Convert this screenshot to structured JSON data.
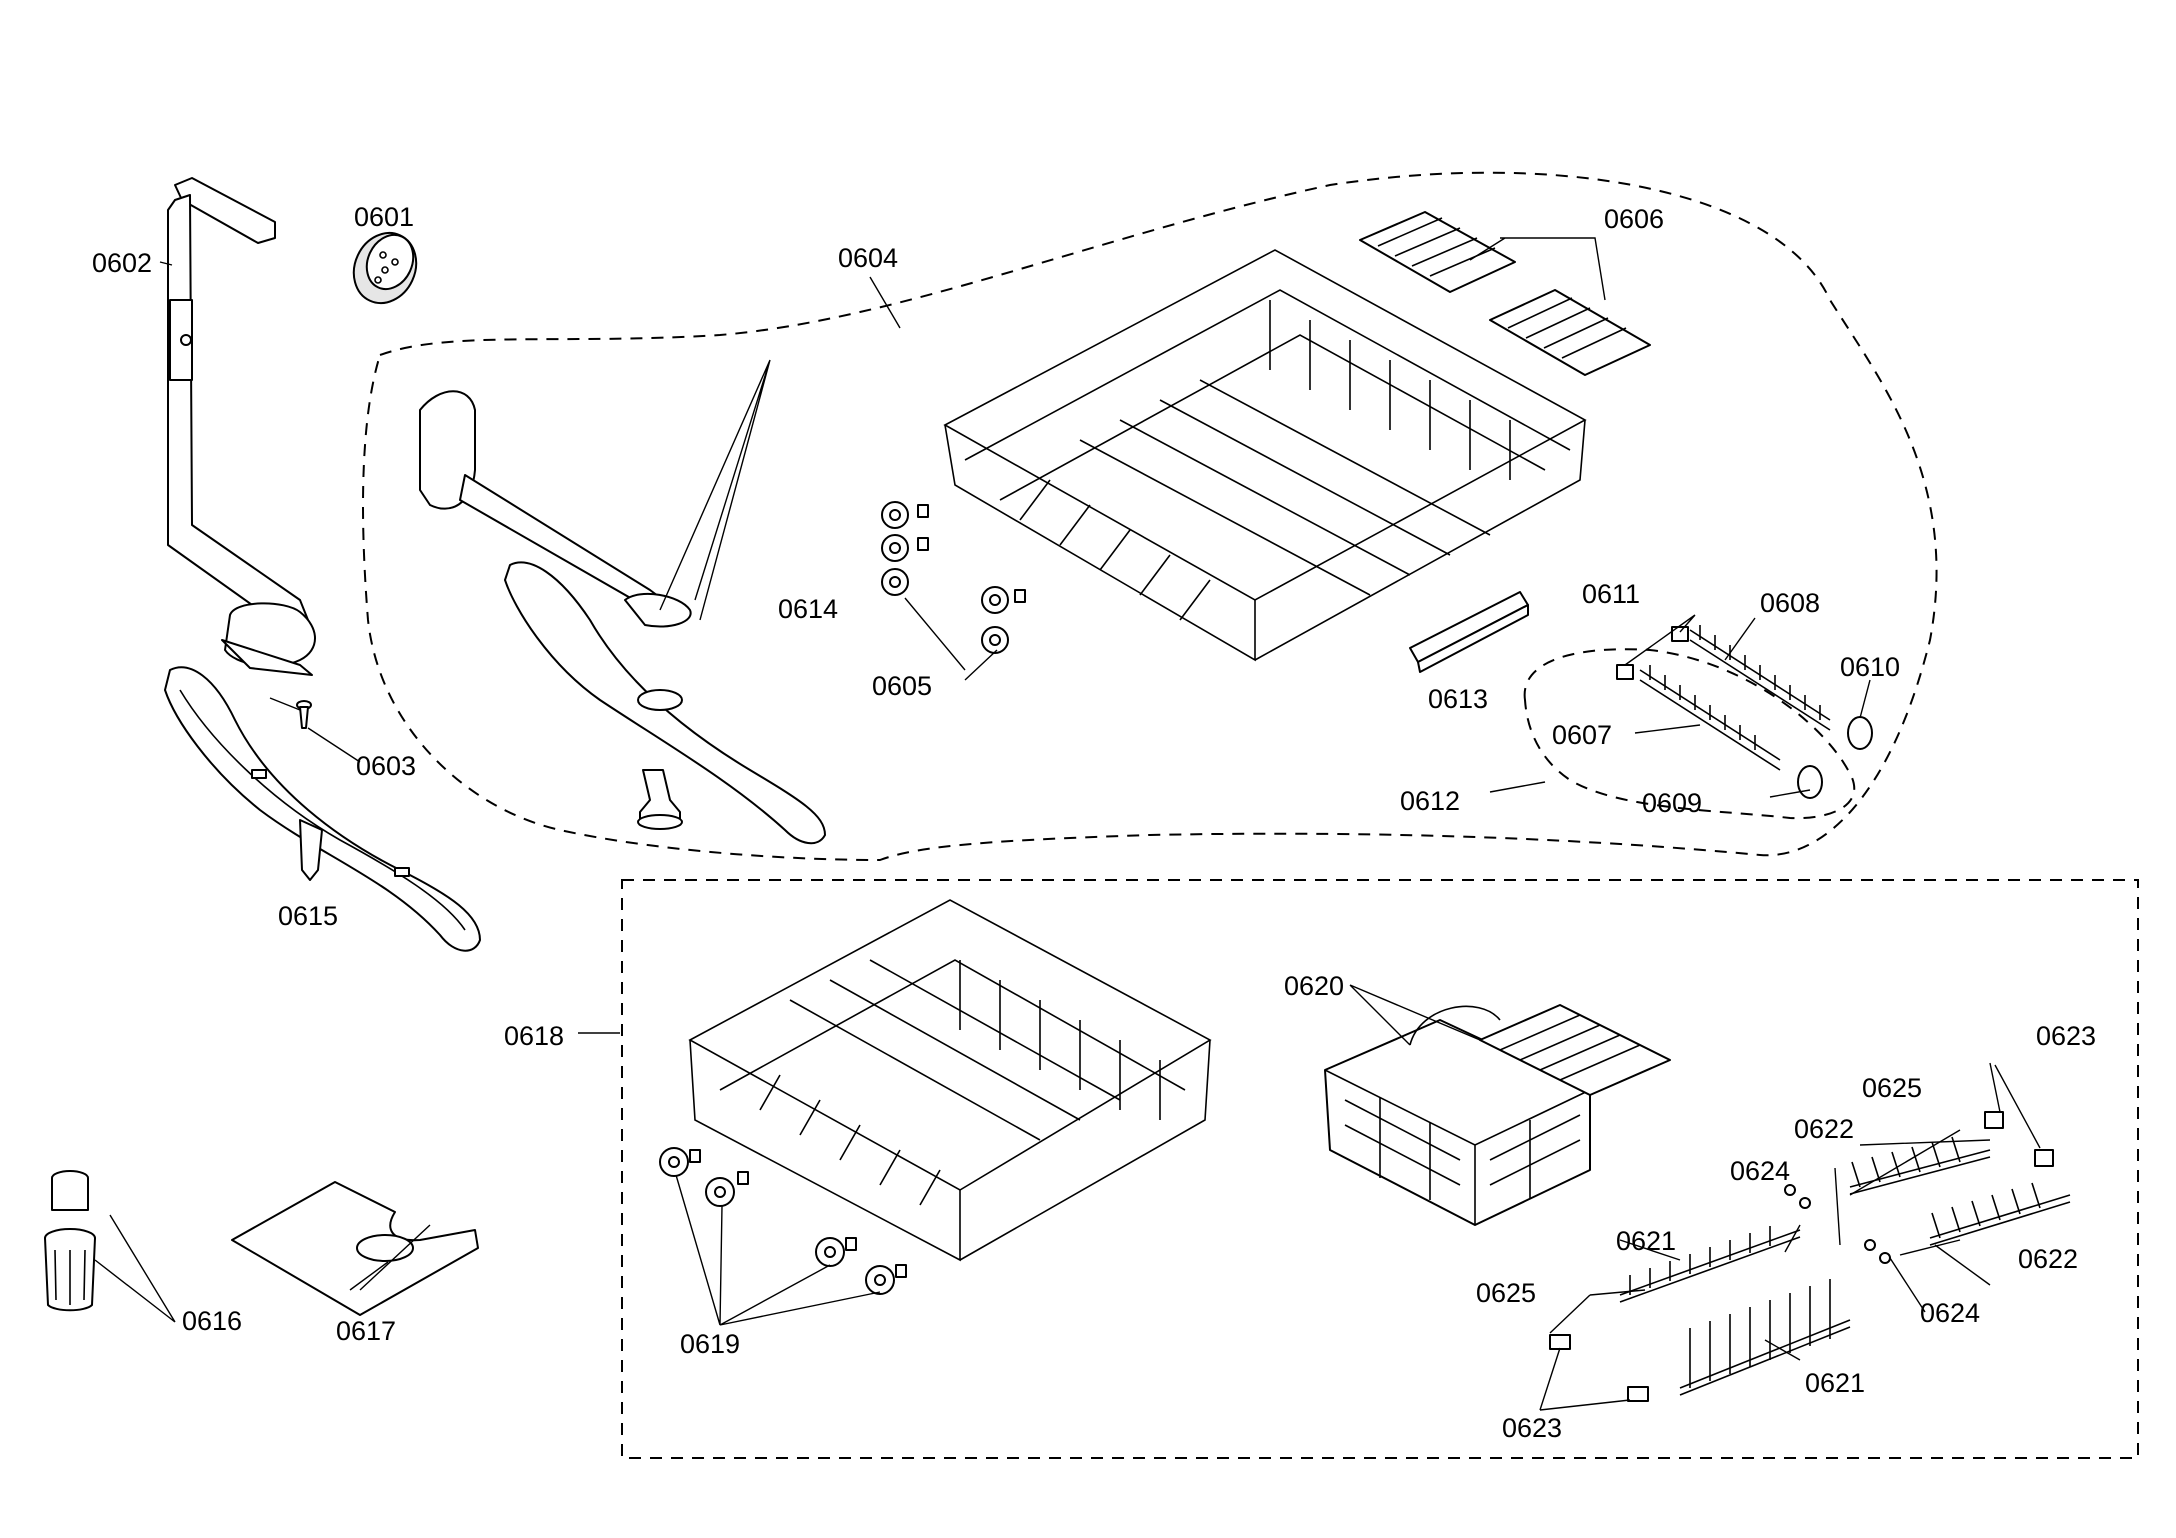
{
  "labels": {
    "p0601": "0601",
    "p0602": "0602",
    "p0603": "0603",
    "p0604": "0604",
    "p0605": "0605",
    "p0606": "0606",
    "p0607": "0607",
    "p0608": "0608",
    "p0609": "0609",
    "p0610": "0610",
    "p0611": "0611",
    "p0612": "0612",
    "p0613": "0613",
    "p0614": "0614",
    "p0615": "0615",
    "p0616": "0616",
    "p0617": "0617",
    "p0618": "0618",
    "p0619": "0619",
    "p0620": "0620",
    "p0621a": "0621",
    "p0621b": "0621",
    "p0622a": "0622",
    "p0622b": "0622",
    "p0623a": "0623",
    "p0623b": "0623",
    "p0624a": "0624",
    "p0624b": "0624",
    "p0625a": "0625",
    "p0625b": "0625"
  }
}
